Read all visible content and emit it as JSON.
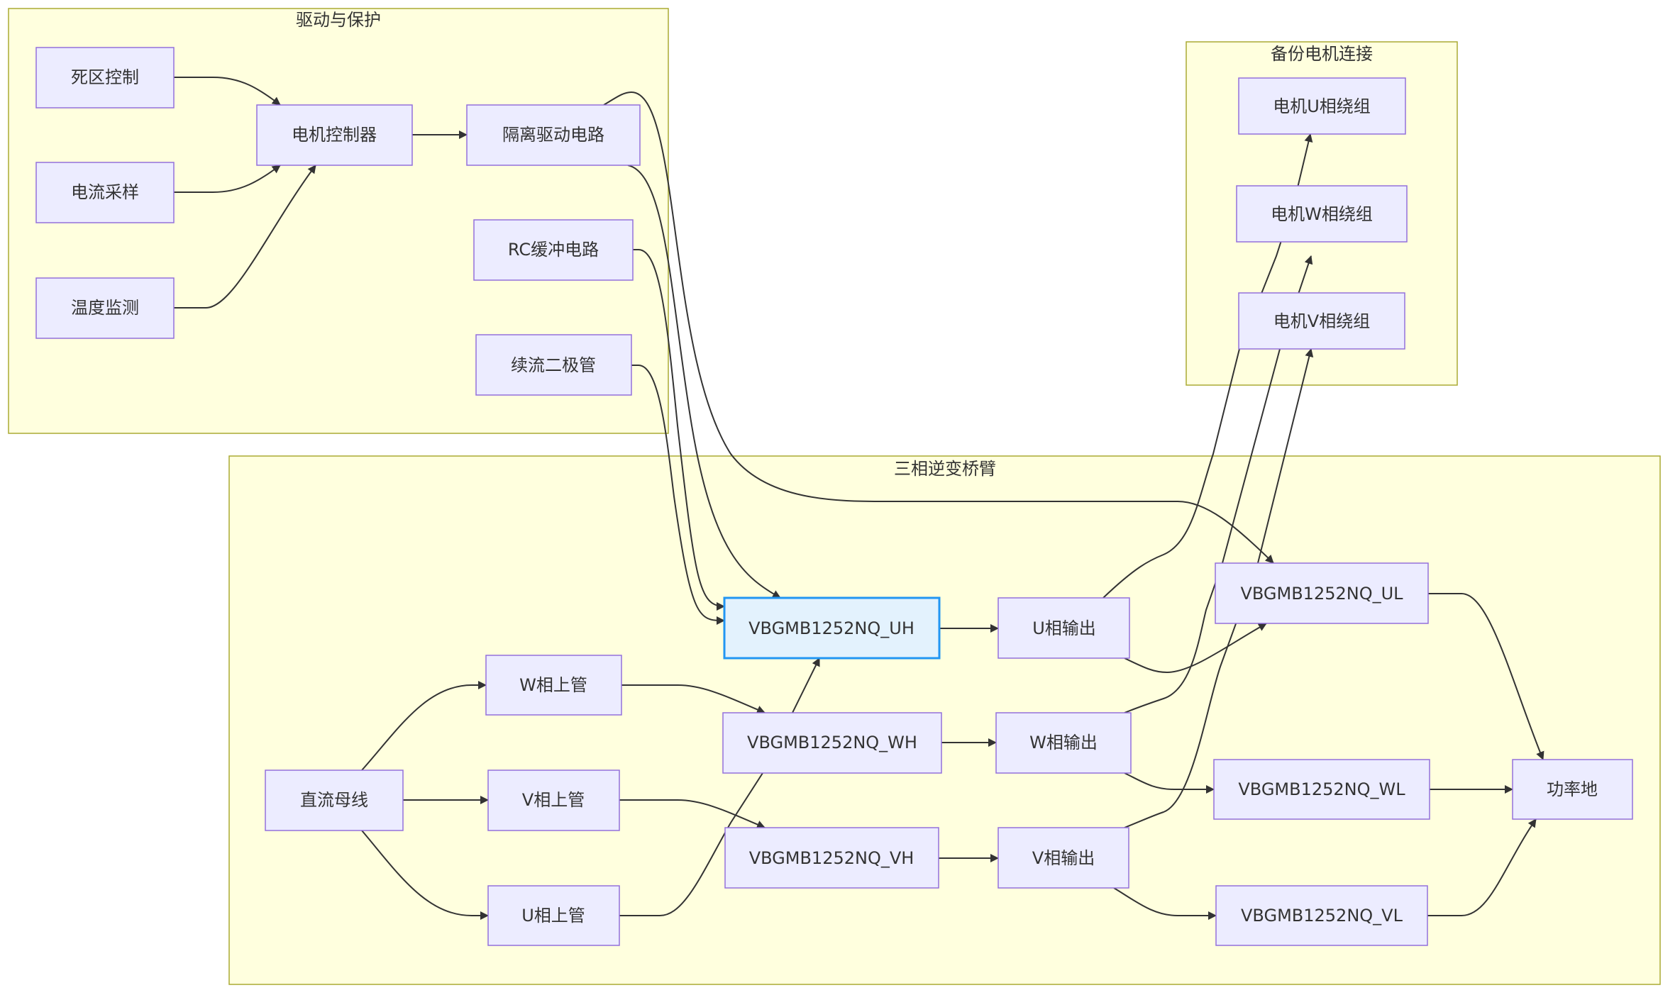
{
  "diagram": {
    "type": "flowchart",
    "subgraphs": [
      {
        "id": "drive",
        "title": "驱动与保护"
      },
      {
        "id": "backup",
        "title": "备份电机连接"
      },
      {
        "id": "bridge",
        "title": "三相逆变桥臂"
      }
    ],
    "nodes": [
      {
        "id": "deadtime",
        "label": "死区控制",
        "subgraph": "drive"
      },
      {
        "id": "current",
        "label": "电流采样",
        "subgraph": "drive"
      },
      {
        "id": "temp",
        "label": "温度监测",
        "subgraph": "drive"
      },
      {
        "id": "mcu",
        "label": "电机控制器",
        "subgraph": "drive"
      },
      {
        "id": "isodrv",
        "label": "隔离驱动电路",
        "subgraph": "drive"
      },
      {
        "id": "rc",
        "label": "RC缓冲电路",
        "subgraph": "drive"
      },
      {
        "id": "diode",
        "label": "续流二极管",
        "subgraph": "drive"
      },
      {
        "id": "dcbus",
        "label": "直流母线",
        "subgraph": "bridge"
      },
      {
        "id": "w_hi",
        "label": "W相上管",
        "subgraph": "bridge"
      },
      {
        "id": "v_hi",
        "label": "V相上管",
        "subgraph": "bridge"
      },
      {
        "id": "u_hi",
        "label": "U相上管",
        "subgraph": "bridge"
      },
      {
        "id": "uh",
        "label": "VBGMB1252NQ_UH",
        "subgraph": "bridge",
        "highlighted": true
      },
      {
        "id": "wh",
        "label": "VBGMB1252NQ_WH",
        "subgraph": "bridge"
      },
      {
        "id": "vh",
        "label": "VBGMB1252NQ_VH",
        "subgraph": "bridge"
      },
      {
        "id": "u_out",
        "label": "U相输出",
        "subgraph": "bridge"
      },
      {
        "id": "w_out",
        "label": "W相输出",
        "subgraph": "bridge"
      },
      {
        "id": "v_out",
        "label": "V相输出",
        "subgraph": "bridge"
      },
      {
        "id": "ul",
        "label": "VBGMB1252NQ_UL",
        "subgraph": "bridge"
      },
      {
        "id": "wl",
        "label": "VBGMB1252NQ_WL",
        "subgraph": "bridge"
      },
      {
        "id": "vl",
        "label": "VBGMB1252NQ_VL",
        "subgraph": "bridge"
      },
      {
        "id": "pgnd",
        "label": "功率地",
        "subgraph": "bridge"
      },
      {
        "id": "mot_u",
        "label": "电机U相绕组",
        "subgraph": "backup"
      },
      {
        "id": "mot_w",
        "label": "电机W相绕组",
        "subgraph": "backup"
      },
      {
        "id": "mot_v",
        "label": "电机V相绕组",
        "subgraph": "backup"
      }
    ],
    "edges": [
      {
        "from": "deadtime",
        "to": "mcu"
      },
      {
        "from": "current",
        "to": "mcu"
      },
      {
        "from": "temp",
        "to": "mcu"
      },
      {
        "from": "mcu",
        "to": "isodrv"
      },
      {
        "from": "isodrv",
        "to": "uh"
      },
      {
        "from": "isodrv",
        "to": "ul"
      },
      {
        "from": "rc",
        "to": "uh"
      },
      {
        "from": "diode",
        "to": "uh"
      },
      {
        "from": "dcbus",
        "to": "w_hi"
      },
      {
        "from": "dcbus",
        "to": "v_hi"
      },
      {
        "from": "dcbus",
        "to": "u_hi"
      },
      {
        "from": "w_hi",
        "to": "wh"
      },
      {
        "from": "v_hi",
        "to": "vh"
      },
      {
        "from": "u_hi",
        "to": "uh"
      },
      {
        "from": "uh",
        "to": "u_out"
      },
      {
        "from": "wh",
        "to": "w_out"
      },
      {
        "from": "vh",
        "to": "v_out"
      },
      {
        "from": "u_out",
        "to": "ul"
      },
      {
        "from": "w_out",
        "to": "wl"
      },
      {
        "from": "v_out",
        "to": "vl"
      },
      {
        "from": "ul",
        "to": "pgnd"
      },
      {
        "from": "wl",
        "to": "pgnd"
      },
      {
        "from": "vl",
        "to": "pgnd"
      },
      {
        "from": "u_out",
        "to": "mot_u"
      },
      {
        "from": "w_out",
        "to": "mot_w"
      },
      {
        "from": "v_out",
        "to": "mot_v"
      }
    ],
    "colors": {
      "node_fill": "#ececff",
      "node_border": "#9370db",
      "highlight_fill": "#e3f2fd",
      "highlight_border": "#2196f3",
      "cluster_fill": "#ffffde",
      "cluster_border": "#aaaa33",
      "edge": "#333333"
    }
  }
}
